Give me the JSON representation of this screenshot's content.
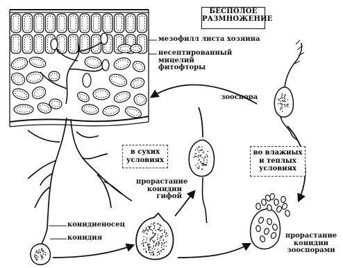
{
  "title": {
    "line1": "БЕСПОЛОЕ",
    "line2": "РАЗМНОЖЕНИЕ"
  },
  "labels": {
    "mesophyll": "мезофилл листа хозяина",
    "mycelium": [
      "несептированный",
      "мицелий",
      "фитофторы"
    ],
    "zoospore": "зооспора",
    "dry": [
      "в сухих",
      "условиях"
    ],
    "wet": [
      "во влажных",
      "и теплых",
      "условиях"
    ],
    "hypha_germ": [
      "прорастание",
      "конидии",
      "гифой"
    ],
    "conidiophore": "конидиеносец",
    "conidium": "конидия",
    "zoo_germ": [
      "прорастание",
      "конидии",
      "зооспорами"
    ]
  }
}
